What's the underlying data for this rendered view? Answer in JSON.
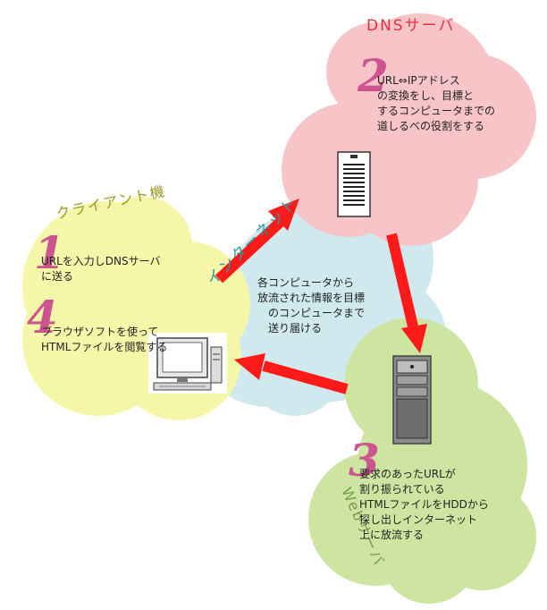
{
  "labels": {
    "dns_server": "DNSサーバ",
    "client": "クライアント機",
    "internet": "インターネット",
    "web_server": "Webサーバ"
  },
  "steps": [
    {
      "number": "1",
      "text": "URLを入力しDNSサーバ\nに送る"
    },
    {
      "number": "2",
      "text": "URL⇔IPアドレス\nの変換をし、目標と\nするコンピュータまでの\n道しるべの役割をする"
    },
    {
      "number": "3",
      "text": "要求のあったURLが\n割り振られている\nHTMLファイルをHDDから\n探し出しインターネット\n上に放流する"
    },
    {
      "number": "4",
      "text": "ブラウザソフトを使って\nHTMLファイルを閲覧する"
    }
  ],
  "internet_text": "各コンピュータから\n放流された情報を目標\n　のコンピュータまで\n　送り届ける",
  "colors": {
    "dns_cloud": "#f7c4c8",
    "client_cloud": "#f6f6a8",
    "internet_cloud": "#cfe9ee",
    "web_cloud": "#cde5a0",
    "arrow": "#ff1a1a",
    "number": "#cc5590",
    "dns_label": "#e53040",
    "client_label": "#9a9a20",
    "internet_label": "#2a9aa0",
    "web_label": "#7a9a50"
  },
  "icons": [
    "server-document-icon",
    "computer-monitor-icon",
    "tower-server-icon"
  ]
}
